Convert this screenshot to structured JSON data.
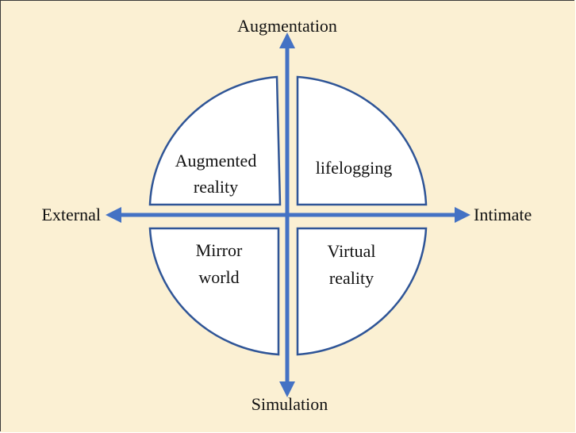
{
  "axes": {
    "top": "Augmentation",
    "bottom": "Simulation",
    "left": "External",
    "right": "Intimate"
  },
  "quadrants": {
    "top_left": [
      "Augmented",
      "reality"
    ],
    "top_right": [
      "lifelogging"
    ],
    "bottom_left": [
      "Mirror",
      "world"
    ],
    "bottom_right": [
      "Virtual",
      "reality"
    ]
  },
  "colors": {
    "background": "#fbf0d3",
    "axis": "#4472c4",
    "quadrant_stroke": "#2f5597",
    "quadrant_fill": "#ffffff"
  }
}
